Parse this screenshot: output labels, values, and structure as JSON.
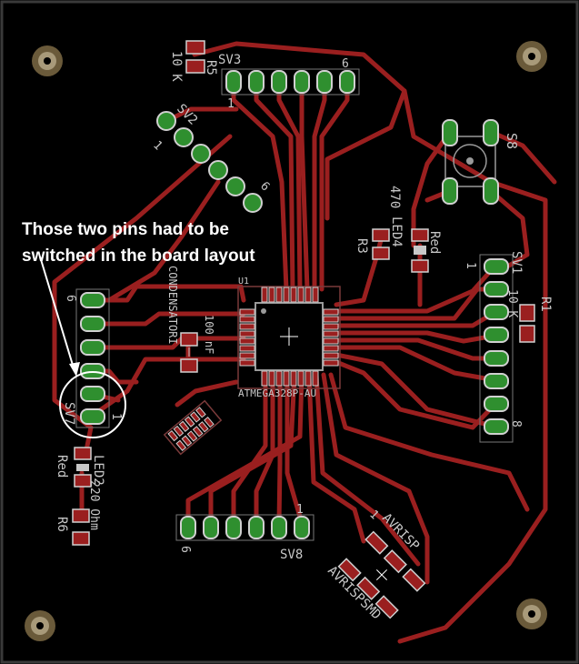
{
  "annotation": {
    "line1": "Those two pins had to be",
    "line2": "switched in the board layout"
  },
  "labels": {
    "sv3": "SV3",
    "sv3_pin1": "1",
    "sv3_pin6": "6",
    "r5": "R5",
    "r5_value": "10 K",
    "sv2": "SV2",
    "sv2_pin1": "1",
    "sv2_pin6": "6",
    "s8": "S8",
    "r3": "R3",
    "r3_value": "470",
    "led": "LED4",
    "led_color": "Red",
    "sv1": "SV1",
    "sv1_pin1": "1",
    "sv1_pin8": "8",
    "r1": "R1",
    "r1_value": "10 K",
    "u1": "U1",
    "mcu": "ATMEGA328P-AU",
    "condensatori": "CONDENSATORI",
    "cap_value": "100 nF",
    "sv7": "SV7",
    "sv7_pin1": "1",
    "sv7_pin6": "6",
    "led2": "LED2",
    "led2_color": "Red",
    "r6": "R6",
    "r6_value": "220 Ohm",
    "sv8": "SV8",
    "sv8_pin1": "1",
    "sv8_pin6": "6",
    "avrisp": "AVRISP",
    "avrisp_pin1": "1",
    "avrispsmd": "AVRISPSMD"
  },
  "colors": {
    "background": "#000000",
    "trace": "#9a1f1f",
    "pad": "#2f8f2f",
    "highlight": "#ffffff"
  }
}
